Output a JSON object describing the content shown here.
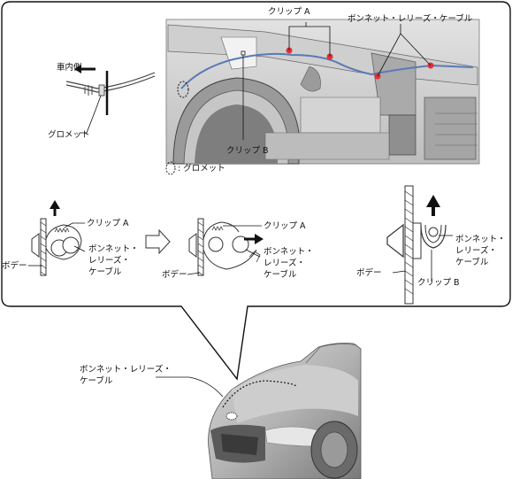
{
  "labels": {
    "clip_a_top": "クリップ A",
    "cable_top": "ボンネット・レリーズ・ケーブル",
    "vehicle_inside": "車内側",
    "grommet": "グロメット",
    "clip_b_mid": "クリップ B",
    "grommet_legend": ": グロメット",
    "clip_a_left": "クリップ A",
    "cable_left_1": "ボンネット・",
    "cable_left_2": "レリーズ・",
    "cable_left_3": "ケーブル",
    "body_left": "ボデー",
    "clip_a_mid": "クリップ A",
    "cable_mid_1": "ボンネット・",
    "cable_mid_2": "レリーズ・",
    "cable_mid_3": "ケーブル",
    "body_mid": "ボデー",
    "cable_right_1": "ボンネット・",
    "cable_right_2": "レリーズ・",
    "cable_right_3": "ケーブル",
    "body_right": "ボデー",
    "clip_b_right": "クリップ B",
    "car_cable_1": "ボンネット・レリーズ・",
    "car_cable_2": "ケーブル"
  }
}
